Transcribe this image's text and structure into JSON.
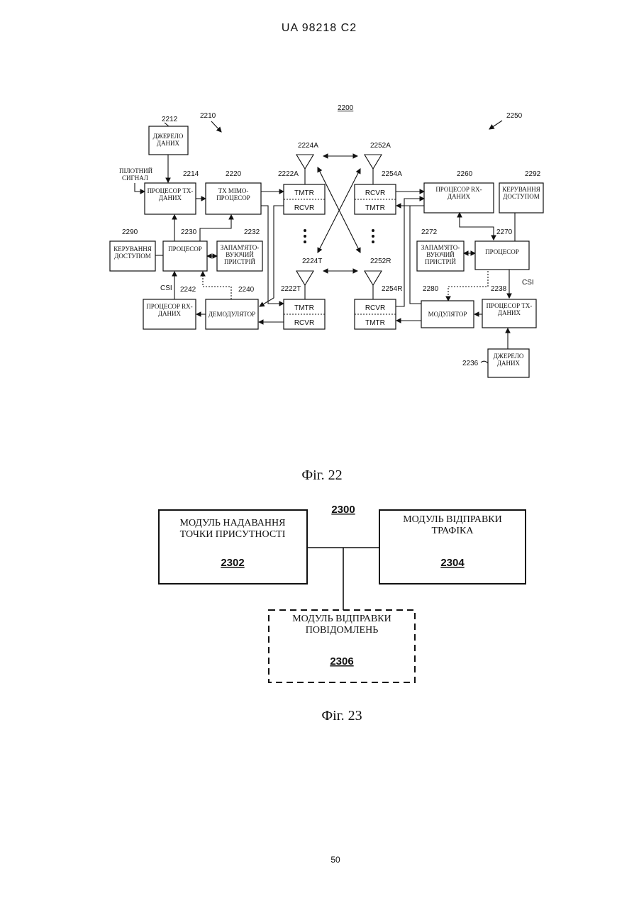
{
  "header": "UA   98218   C2",
  "page_number": "50",
  "fig22": {
    "caption": "Фіг. 22",
    "ref": "2200",
    "side_a": "2210",
    "side_b": "2250",
    "blocks": {
      "src_a": {
        "num": "2212",
        "l1": "ДЖЕРЕЛО",
        "l2": "ДАНИХ"
      },
      "pilot": {
        "l1": "ПІЛОТНИЙ",
        "l2": "СИГНАЛ"
      },
      "txp_a": {
        "num": "2214",
        "l1": "ПРОЦЕСОР ТХ-",
        "l2": "ДАНИХ"
      },
      "mimo": {
        "num": "2220",
        "l1": "ТХ МІМО-",
        "l2": "ПРОЦЕСОР"
      },
      "acc_a": {
        "num": "2290",
        "l1": "КЕРУВАННЯ",
        "l2": "ДОСТУПОМ"
      },
      "proc_a": {
        "num": "2230",
        "l1": "ПРОЦЕСОР"
      },
      "mem_a": {
        "num": "2232",
        "l1": "ЗАПАМ'ЯТО-",
        "l2": "ВУЮЧИЙ",
        "l3": "ПРИСТРІЙ"
      },
      "rxp_a": {
        "num": "2242",
        "l1": "ПРОЦЕСОР RX-",
        "l2": "ДАНИХ"
      },
      "demod": {
        "num": "2240",
        "l1": "ДЕМОДУЛЯТОР"
      },
      "csi_a": "CSI",
      "tr_a1": {
        "num": "2222A",
        "top": "TMTR",
        "bot": "RCVR"
      },
      "tr_aT": {
        "num": "2222T",
        "top": "TMTR",
        "bot": "RCVR"
      },
      "ant_a1": "2224A",
      "ant_aT": "2224T",
      "ant_b1": "2252A",
      "ant_bR": "2252R",
      "tr_b1": {
        "num": "2254A",
        "top": "RCVR",
        "bot": "TMTR"
      },
      "tr_bR": {
        "num": "2254R",
        "top": "RCVR",
        "bot": "TMTR"
      },
      "rxp_b": {
        "num": "2260",
        "l1": "ПРОЦЕСОР RX-",
        "l2": "ДАНИХ"
      },
      "acc_b": {
        "num": "2292",
        "l1": "КЕРУВАННЯ",
        "l2": "ДОСТУПОМ"
      },
      "mem_b": {
        "num": "2272",
        "l1": "ЗАПАМ'ЯТО-",
        "l2": "ВУЮЧИЙ",
        "l3": "ПРИСТРІЙ"
      },
      "proc_b": {
        "num": "2270",
        "l1": "ПРОЦЕСОР"
      },
      "csi_b": "CSI",
      "mod": {
        "num": "2280",
        "l1": "МОДУЛЯТОР"
      },
      "txp_b": {
        "num": "2238",
        "l1": "ПРОЦЕСОР ТХ-",
        "l2": "ДАНИХ"
      },
      "src_b": {
        "num": "2236",
        "l1": "ДЖЕРЕЛО",
        "l2": "ДАНИХ"
      }
    }
  },
  "fig23": {
    "caption": "Фіг. 23",
    "ref": "2300",
    "m1": {
      "l1": "МОДУЛЬ НАДАВАННЯ",
      "l2": "ТОЧКИ ПРИСУТНОСТІ",
      "num": "2302"
    },
    "m2": {
      "l1": "МОДУЛЬ ВІДПРАВКИ",
      "l2": "ТРАФІКА",
      "num": "2304"
    },
    "m3": {
      "l1": "МОДУЛЬ ВІДПРАВКИ",
      "l2": "ПОВІДОМЛЕНЬ",
      "num": "2306"
    }
  }
}
